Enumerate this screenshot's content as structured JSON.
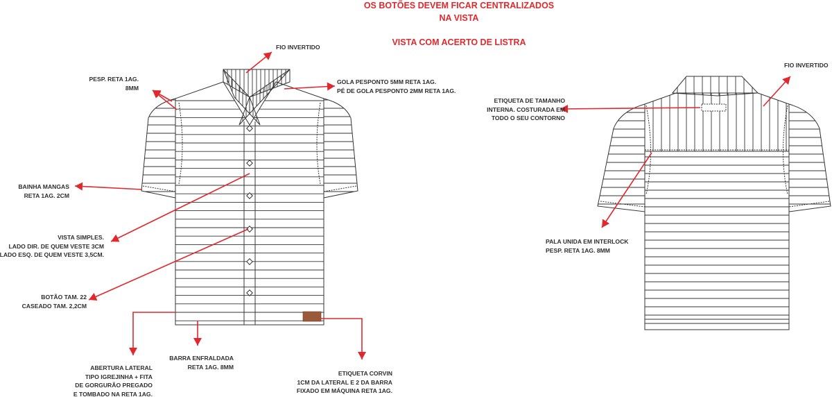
{
  "header": {
    "line1": "OS BOTÕES DEVEM FICAR CENTRALIZADOS",
    "line2": "NA VISTA",
    "line3": "VISTA COM ACERTO DE LISTRA"
  },
  "front_annotations": {
    "fio_invertido": [
      "FIO INVERTIDO"
    ],
    "pesp_reta": [
      "PESP. RETA 1AG.",
      "8MM"
    ],
    "gola": [
      "GOLA PESPONTO 5MM RETA 1AG.",
      "PÉ DE GOLA PESPONTO 2MM RETA 1AG."
    ],
    "bainha": [
      "BAINHA MANGAS",
      "RETA 1AG. 2CM"
    ],
    "vista": [
      "VISTA SIMPLES.",
      "LADO DIR. DE QUEM VESTE 3CM",
      "LADO ESQ. DE QUEM VESTE 3,5CM."
    ],
    "botao": [
      "BOTÃO TAM. 22",
      "CASEADO TAM. 2,2CM"
    ],
    "abertura": [
      "ABERTURA LATERAL",
      "TIPO IGREJINHA + FITA",
      "DE GORGURÃO PREGADO",
      "E TOMBADO NA RETA 1AG."
    ],
    "barra": [
      "BARRA ENFRALDADA",
      "RETA 1AG. 8MM"
    ],
    "corvin": [
      "ETIQUETA CORVIN",
      "1CM DA LATERAL E 2 DA BARRA",
      "FIXADO EM MÁQUINA RETA 1AG."
    ]
  },
  "back_annotations": {
    "etiqueta": [
      "ETIQUETA DE TAMANHO",
      "INTERNA. COSTURADA EM",
      "TODO O SEU CONTORNO"
    ],
    "fio_invertido": [
      "FIO INVERTIDO"
    ],
    "pala": [
      "PALA UNIDA EM INTERLOCK",
      "PESP. RETA 1AG. 8MM"
    ]
  },
  "colors": {
    "accent": "#e0282d",
    "line": "#333333",
    "label_text": "#2e2e2e",
    "corvin_label": "#9a5a3a"
  },
  "front_button_count": 6
}
